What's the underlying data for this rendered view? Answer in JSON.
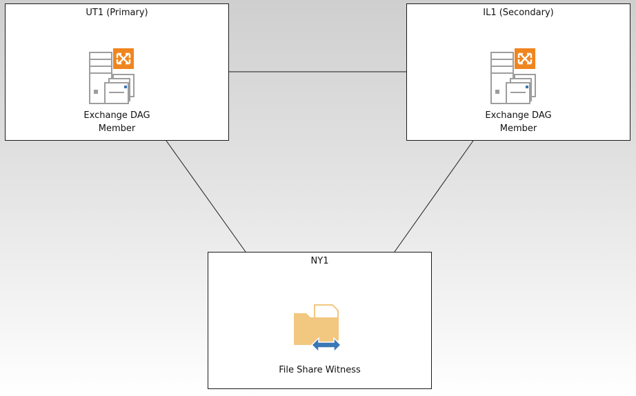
{
  "sites": {
    "ut1": {
      "title": "UT1 (Primary)",
      "role_line1": "Exchange DAG",
      "role_line2": "Member",
      "icon": "exchange-server-icon"
    },
    "il1": {
      "title": "IL1 (Secondary)",
      "role_line1": "Exchange DAG",
      "role_line2": "Member",
      "icon": "exchange-server-icon"
    },
    "ny1": {
      "title": "NY1",
      "role": "File Share Witness",
      "icon": "shared-folder-icon"
    }
  },
  "connections": [
    [
      "UT1 (Primary)",
      "IL1 (Secondary)"
    ],
    [
      "UT1 (Primary)",
      "NY1"
    ],
    [
      "IL1 (Secondary)",
      "NY1"
    ]
  ],
  "colors": {
    "exchange_orange": "#f0851f",
    "server_gray": "#9d9d9d",
    "folder_tan": "#f2c77f",
    "arrow_blue": "#3a78b5"
  }
}
